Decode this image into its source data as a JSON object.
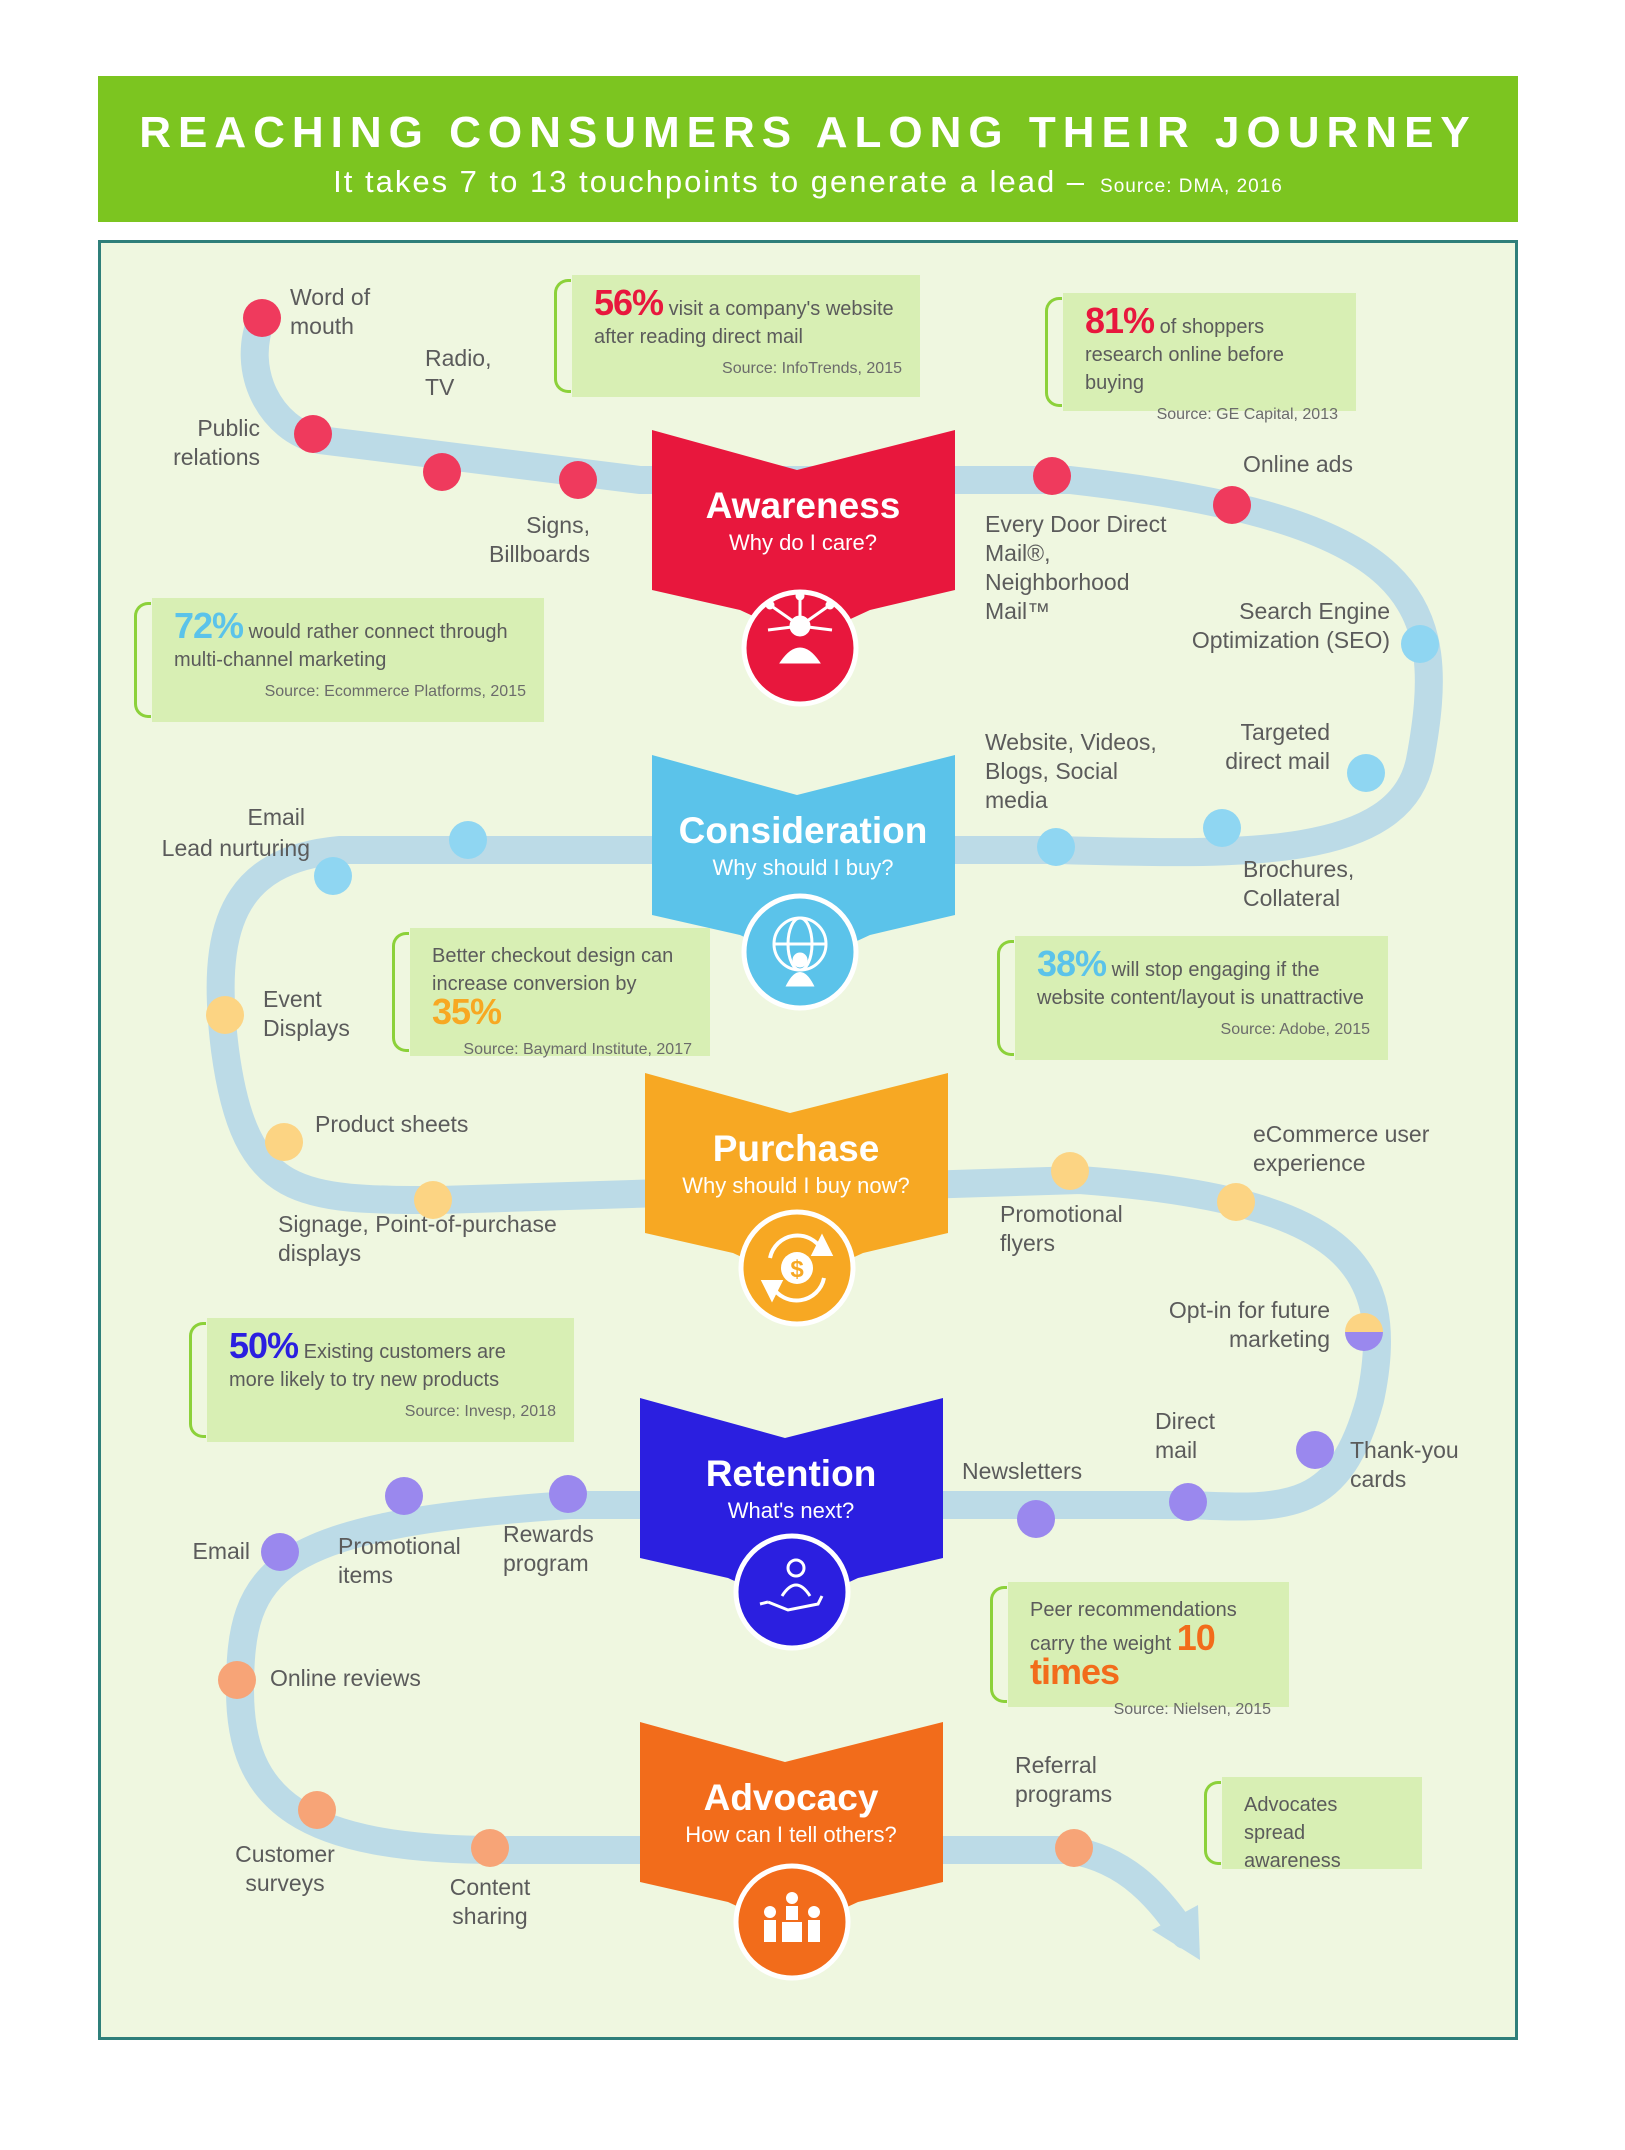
{
  "header": {
    "title": "REACHING CONSUMERS ALONG THEIR JOURNEY",
    "subtitle": "It takes 7 to 13 touchpoints to generate a lead –",
    "source": "Source: DMA, 2016"
  },
  "colors": {
    "header_green": "#7cc520",
    "panel_bg": "#eff7e0",
    "path": "#b9d9e6",
    "awareness": "#e8173d",
    "consideration": "#5bc3ea",
    "purchase": "#f7a823",
    "retention": "#2b1fe0",
    "advocacy": "#f26c1b"
  },
  "stages": [
    {
      "title": "Awareness",
      "question": "Why do I care?",
      "icon": "network-person-icon"
    },
    {
      "title": "Consideration",
      "question": "Why should I buy?",
      "icon": "globe-person-icon"
    },
    {
      "title": "Purchase",
      "question": "Why should I buy now?",
      "icon": "dollar-cycle-icon"
    },
    {
      "title": "Retention",
      "question": "What's next?",
      "icon": "helping-hand-icon"
    },
    {
      "title": "Advocacy",
      "question": "How can I tell others?",
      "icon": "group-podium-icon"
    }
  ],
  "touchpoints": {
    "awareness": [
      "Word of mouth",
      "Public relations",
      "Radio, TV",
      "Signs, Billboards",
      "Every Door Direct Mail®, Neighborhood Mail™",
      "Online ads",
      "Search Engine Optimization (SEO)"
    ],
    "consideration": [
      "Targeted direct mail",
      "Website, Videos, Blogs, Social media",
      "Brochures, Collateral",
      "Email",
      "Lead nurturing",
      "Event Displays"
    ],
    "purchase": [
      "Product sheets",
      "Signage, Point-of-purchase displays",
      "Promotional flyers",
      "eCommerce user experience",
      "Opt-in for future marketing"
    ],
    "retention": [
      "Thank-you cards",
      "Direct mail",
      "Newsletters",
      "Rewards program",
      "Promotional items",
      "Email"
    ],
    "advocacy": [
      "Online reviews",
      "Customer surveys",
      "Content sharing",
      "Referral programs"
    ]
  },
  "stats": [
    {
      "pct": "56%",
      "text": "visit a company's website after reading direct mail",
      "source": "Source: InfoTrends, 2015"
    },
    {
      "pct": "81%",
      "text": "of shoppers research online before buying",
      "source": "Source: GE Capital, 2013"
    },
    {
      "pct": "72%",
      "text": "would rather connect through multi-channel marketing",
      "source": "Source: Ecommerce Platforms, 2015"
    },
    {
      "pct": "38%",
      "text": "will stop engaging if the website content/layout is unattractive",
      "source": "Source: Adobe, 2015"
    },
    {
      "pct": "35%",
      "text": "Better checkout design can increase conversion by",
      "source": "Source: Baymard Institute, 2017"
    },
    {
      "pct": "50%",
      "text": "Existing customers are more likely to try new products",
      "source": "Source: Invesp, 2018"
    },
    {
      "pct": "10 times",
      "text": "Peer recommendations carry the weight",
      "source": "Source: Nielsen, 2015"
    },
    {
      "pct": "",
      "text": "Advocates spread awareness",
      "source": ""
    }
  ]
}
